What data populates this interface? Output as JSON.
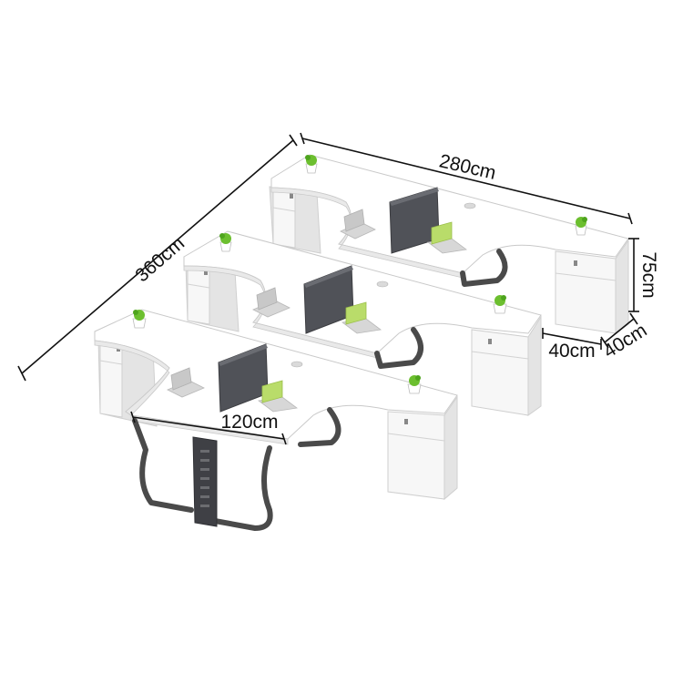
{
  "image": {
    "subject": "L-shaped office workstation cluster for six people",
    "colors": {
      "background": "#ffffff",
      "desk_top": "#ffffff",
      "partition": "#505258",
      "leg_frame": "#4a4a4a",
      "plant": "#6cbf2f",
      "laptop_screen": "#b9dc6a"
    }
  },
  "dimensions": {
    "depth_total": "360cm",
    "width_total": "280cm",
    "height": "75cm",
    "cabinet_depth": "40cm",
    "cabinet_width": "40cm",
    "desk_width": "120cm"
  }
}
